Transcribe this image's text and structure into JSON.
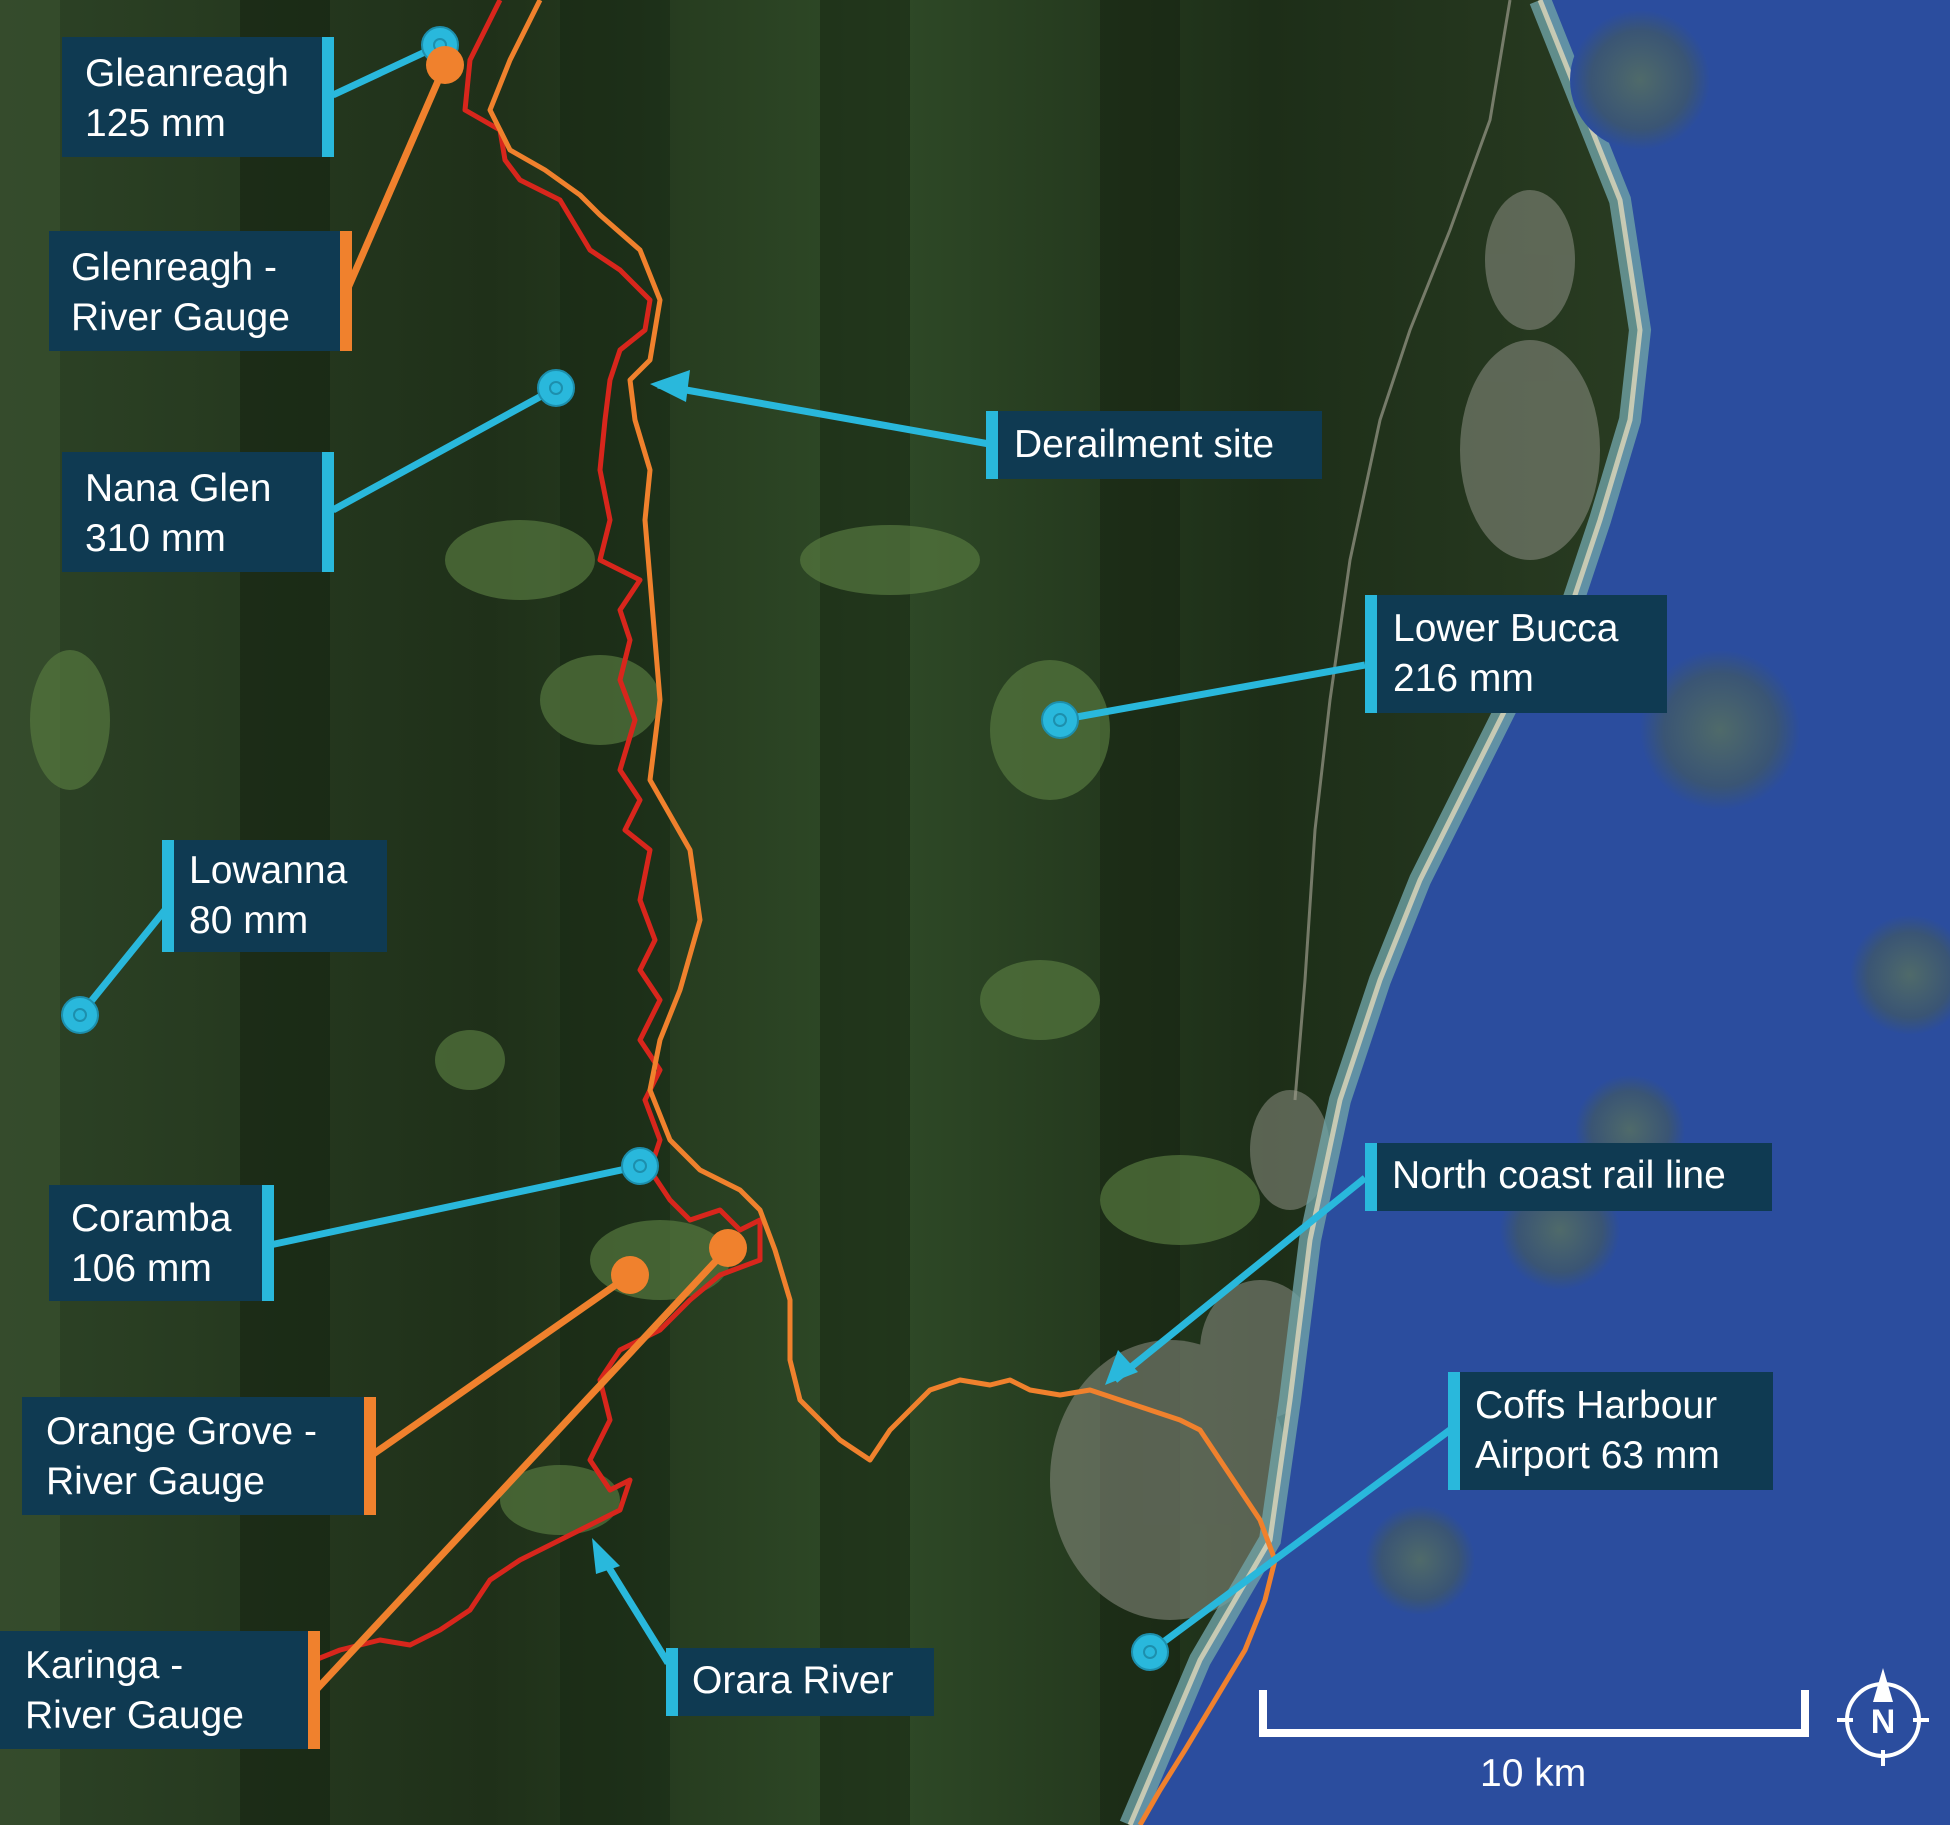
{
  "labels": {
    "gleanreagh": {
      "line1": "Gleanreagh",
      "line2": "125 mm"
    },
    "glenreagh_gauge": {
      "line1": "Glenreagh -",
      "line2": "River Gauge"
    },
    "nana_glen": {
      "line1": "Nana Glen",
      "line2": "310 mm"
    },
    "derailment": {
      "line1": "Derailment site"
    },
    "lower_bucca": {
      "line1": "Lower Bucca",
      "line2": "216 mm"
    },
    "lowanna": {
      "line1": "Lowanna",
      "line2": "80 mm"
    },
    "coramba": {
      "line1": "Coramba",
      "line2": "106 mm"
    },
    "north_coast": {
      "line1": "North coast rail line"
    },
    "orange_grove": {
      "line1": "Orange Grove -",
      "line2": "River Gauge"
    },
    "coffs": {
      "line1": "Coffs Harbour",
      "line2": "Airport 63 mm"
    },
    "karinga": {
      "line1": "Karinga -",
      "line2": "River Gauge"
    },
    "orara": {
      "line1": "Orara River"
    }
  },
  "scale_bar": {
    "label": "10 km"
  },
  "north_arrow": {
    "letter": "N"
  },
  "colors": {
    "label_bg": "#0f3a52",
    "rain_gauge_blue": "#29b8dc",
    "river_gauge_orange": "#f0812d",
    "river_red": "#d8261c",
    "rail_orange": "#f0812d",
    "ocean": "#2b4d9e"
  }
}
